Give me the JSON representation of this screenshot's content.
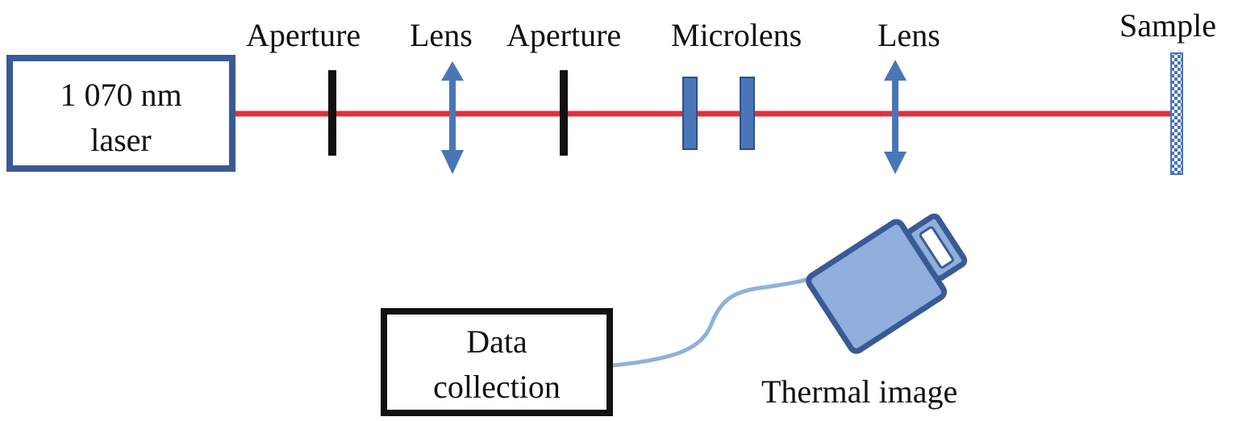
{
  "labels": {
    "aperture_1": "Aperture",
    "lens_1": "Lens",
    "aperture_2": "Aperture",
    "microlens": "Microlens",
    "lens_2": "Lens",
    "sample": "Sample",
    "laser_line1": "1 070 nm",
    "laser_line2": "laser",
    "data_line1": "Data",
    "data_line2": "collection",
    "thermal": "Thermal image"
  },
  "colors": {
    "beam": "#e0303c",
    "laser_box_border": "#3a5a95",
    "aperture": "#111111",
    "lens": "#4a76b8",
    "microlens": "#4a76b8",
    "microlens_border": "#2d4f8a",
    "sample_fill": "#ffffff",
    "sample_border": "#4a76b8",
    "camera_body": "#8fb0dc",
    "camera_border": "#3a5a95",
    "cable": "#8fb0dc",
    "data_box_border": "#111111"
  }
}
